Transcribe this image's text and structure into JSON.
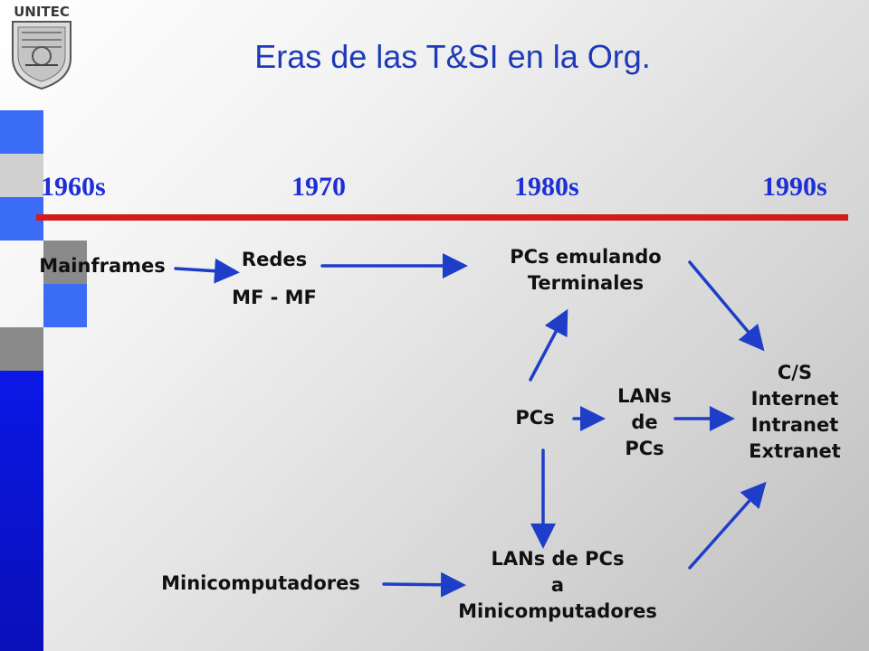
{
  "logo": {
    "text": "UNITEC"
  },
  "title": "Eras de las T&SI en la Org.",
  "eras": [
    "1960s",
    "1970",
    "1980s",
    "1990s"
  ],
  "nodes": {
    "mainframes": "Mainframes",
    "redes_line1": "Redes",
    "redes_line2": "MF - MF",
    "pcs_emulando_line1": "PCs emulando",
    "pcs_emulando_line2": "Terminales",
    "pcs": "PCs",
    "lans_line1": "LANs",
    "lans_line2": "de",
    "lans_line3": "PCs",
    "cs_line1": "C/S",
    "cs_line2": "Internet",
    "cs_line3": "Intranet",
    "cs_line4": "Extranet",
    "minicomputadores": "Minicomputadores",
    "lans_mini_line1": "LANs de PCs",
    "lans_mini_line2": "a",
    "lans_mini_line3": "Minicomputadores"
  },
  "colors": {
    "title": "#1d3ab8",
    "eras": "#1d2fd6",
    "timeline": "#d41a1a",
    "arrows": "#1f3ec8",
    "sidebar_blue": "#3a6cf5",
    "sidebar_gray": "#8a8a8a",
    "sidebar_light": "#d0d0d0",
    "sidebar_dark_blue": "#0a14d8"
  }
}
